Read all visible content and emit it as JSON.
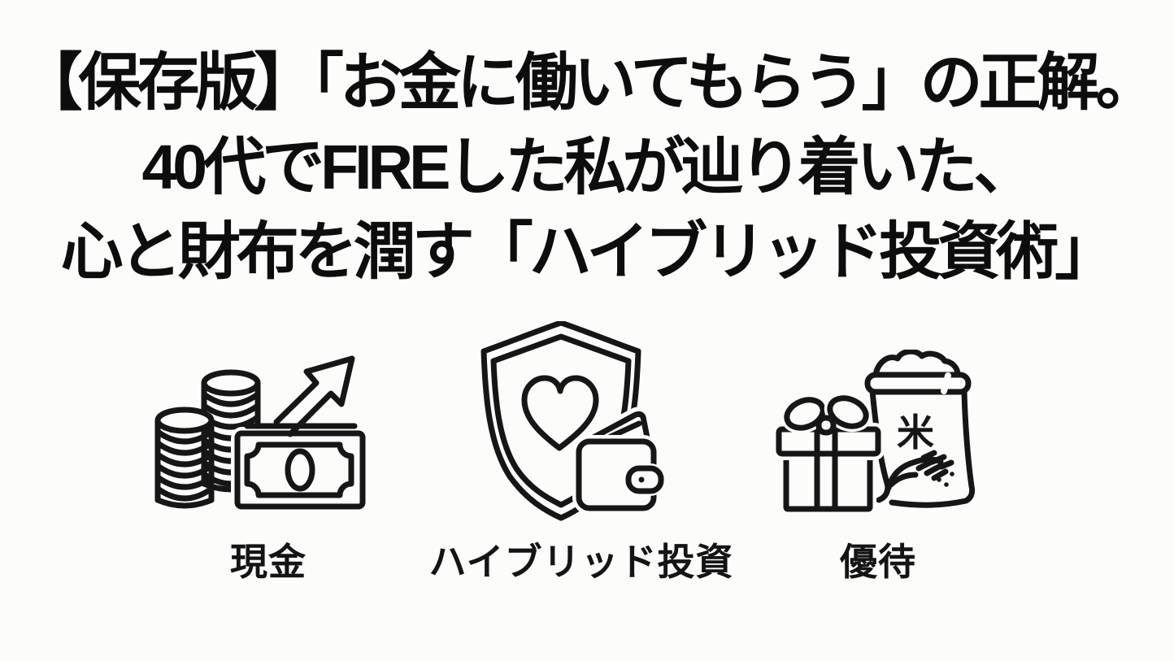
{
  "canvas": {
    "background": "#fcfcfb",
    "ink": "#161616"
  },
  "title": {
    "lines": [
      "【保存版】「お金に働いてもらう」の正解。",
      "40代でFIREした私が辿り着いた、",
      "心と財布を潤す「ハイブリッド投資術」"
    ]
  },
  "items": [
    {
      "id": "cash",
      "label": "現金",
      "icon": "coins-banknote-growth-arrow-icon"
    },
    {
      "id": "hybrid",
      "label": "ハイブリッド投資",
      "icon": "shield-heart-wallet-icon"
    },
    {
      "id": "benefits",
      "label": "優待",
      "icon": "gift-rice-bag-icon"
    }
  ],
  "rice_bag_kanji": "米"
}
